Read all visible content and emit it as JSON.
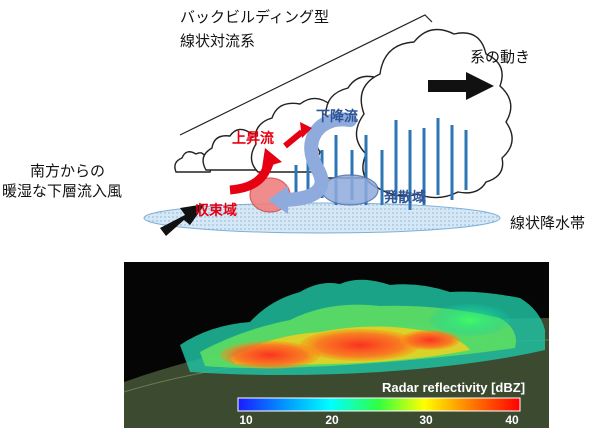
{
  "diagram": {
    "title_line1": "バックビルディング型",
    "title_line2": "線状対流系",
    "system_motion": "系の動き",
    "inflow_line1": "南方からの",
    "inflow_line2": "暖湿な下層流入風",
    "updraft": "上昇流",
    "downdraft": "下降流",
    "convergence": "収束域",
    "divergence": "発散域",
    "rainband": "線状降水帯",
    "colors": {
      "updraft": "#e60012",
      "downdraft": "#2f5597",
      "downdraft_arrow": "#8faadc",
      "rain_lines": "#2e75b6"
    }
  },
  "radar": {
    "colorbar_title": "Radar reflectivity [dBZ]",
    "colorbar_ticks": [
      "10",
      "20",
      "30",
      "40"
    ],
    "colorbar_range": [
      10,
      40
    ]
  }
}
